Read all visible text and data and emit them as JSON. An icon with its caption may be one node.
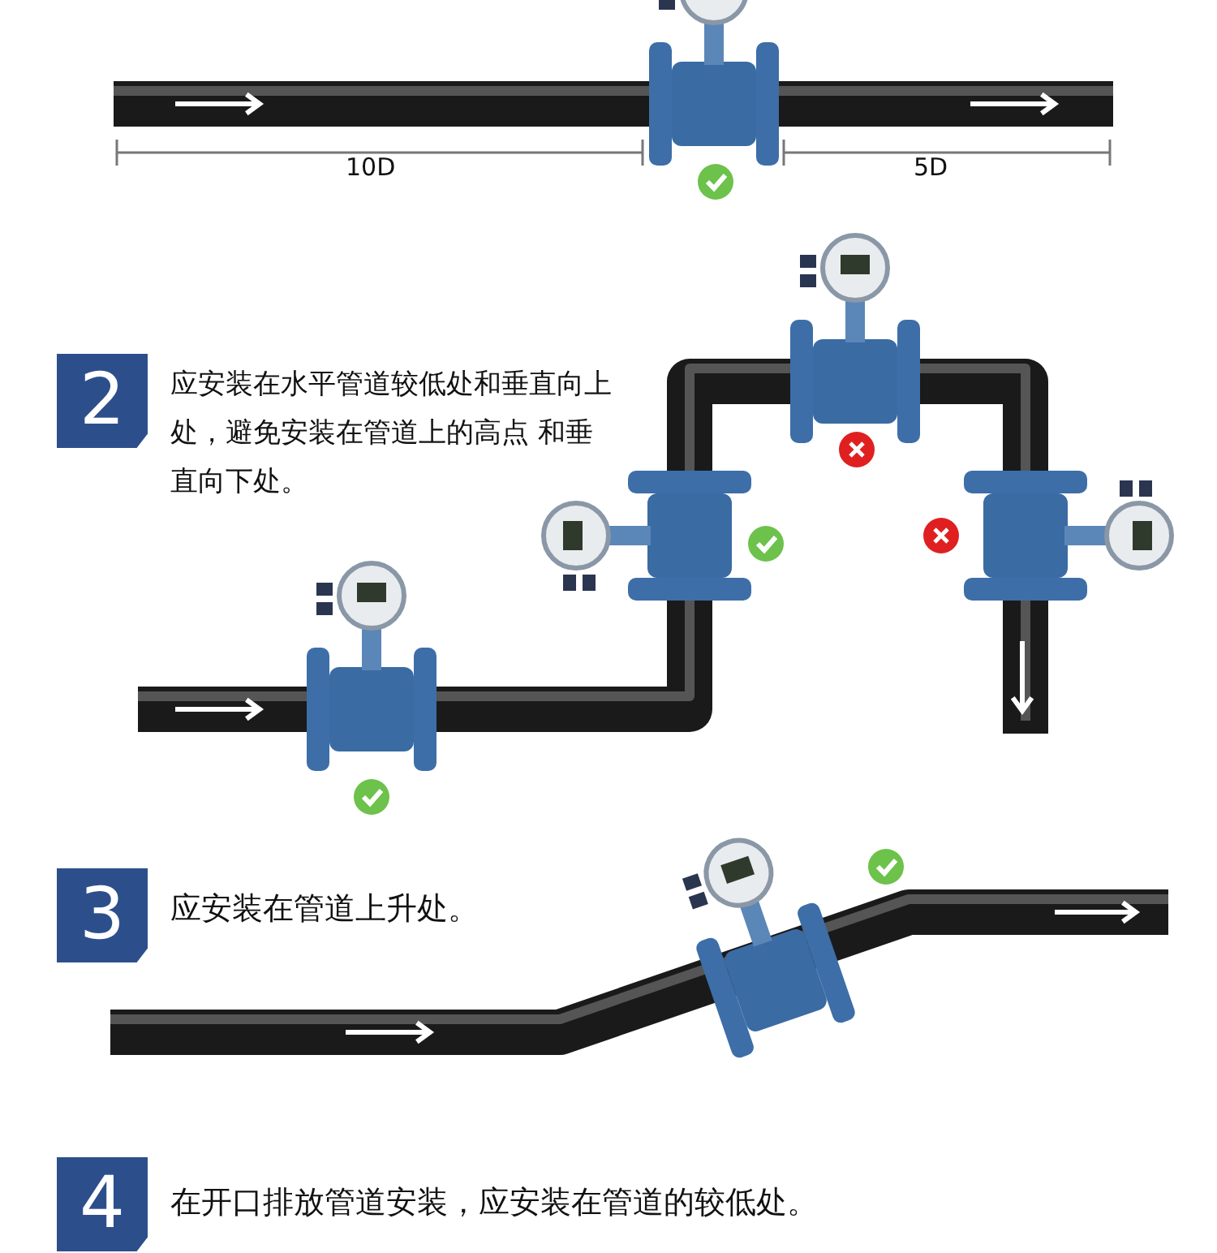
{
  "diagram": {
    "labels": [
      "10D",
      "5D",
      "2",
      "应安装在水平管道较低处和垂直向上处，避免安装在管道上的高点 和垂直向下处。",
      "3",
      "应安装在管道上升处。",
      "4",
      "在开口排放管道安装，应安装在管道的较低处。"
    ]
  }
}
